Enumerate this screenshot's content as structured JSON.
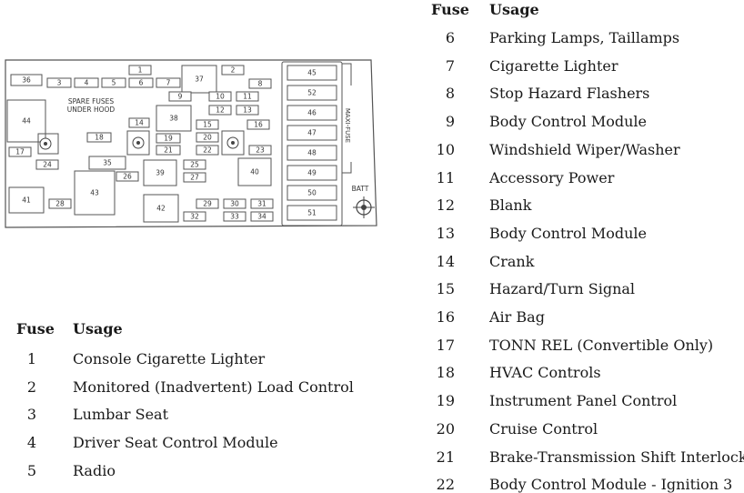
{
  "diagram": {
    "spare_label_line1": "SPARE FUSES",
    "spare_label_line2": "UNDER HOOD",
    "maxi_label": "MAXI-FUSE",
    "batt_label": "BATT"
  },
  "right_table": {
    "header_fuse": "Fuse",
    "header_usage": "Usage",
    "rows": [
      {
        "fuse": "6",
        "usage": "Parking Lamps, Taillamps"
      },
      {
        "fuse": "7",
        "usage": "Cigarette Lighter"
      },
      {
        "fuse": "8",
        "usage": "Stop Hazard Flashers"
      },
      {
        "fuse": "9",
        "usage": "Body Control Module"
      },
      {
        "fuse": "10",
        "usage": "Windshield Wiper/Washer"
      },
      {
        "fuse": "11",
        "usage": "Accessory Power"
      },
      {
        "fuse": "12",
        "usage": "Blank"
      },
      {
        "fuse": "13",
        "usage": "Body Control Module"
      },
      {
        "fuse": "14",
        "usage": "Crank"
      },
      {
        "fuse": "15",
        "usage": "Hazard/Turn Signal"
      },
      {
        "fuse": "16",
        "usage": "Air Bag"
      },
      {
        "fuse": "17",
        "usage": "TONN REL (Convertible Only)"
      },
      {
        "fuse": "18",
        "usage": "HVAC Controls"
      },
      {
        "fuse": "19",
        "usage": "Instrument Panel Control"
      },
      {
        "fuse": "20",
        "usage": "Cruise Control"
      },
      {
        "fuse": "21",
        "usage": "Brake-Transmission Shift Interlock"
      },
      {
        "fuse": "22",
        "usage": "Body Control Module - Ignition 3"
      }
    ]
  },
  "left_table": {
    "header_fuse": "Fuse",
    "header_usage": "Usage",
    "rows": [
      {
        "fuse": "1",
        "usage": "Console Cigarette Lighter"
      },
      {
        "fuse": "2",
        "usage": "Monitored (Inadvertent) Load Control"
      },
      {
        "fuse": "3",
        "usage": "Lumbar Seat"
      },
      {
        "fuse": "4",
        "usage": "Driver Seat Control Module"
      },
      {
        "fuse": "5",
        "usage": "Radio"
      }
    ]
  }
}
